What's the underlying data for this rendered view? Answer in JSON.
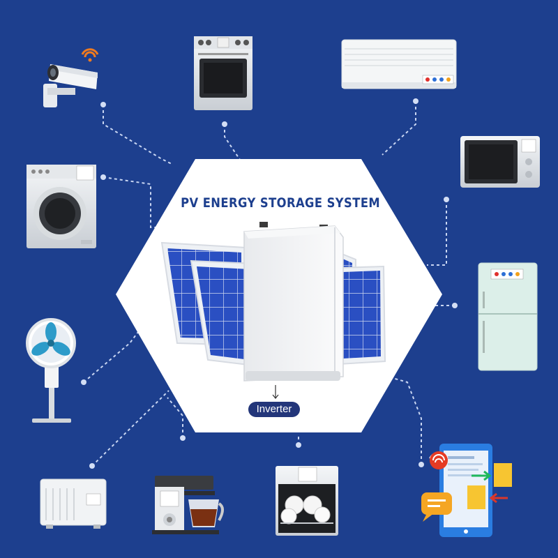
{
  "title": "PV ENERGY STORAGE SYSTEM",
  "inverter_label": "Inverter",
  "colors": {
    "background": "#1d3f8e",
    "hexagon": "#ffffff",
    "panel": "#2a4fc2"
  },
  "devices": [
    "security-camera",
    "oven",
    "air-conditioner",
    "microwave",
    "washing-machine",
    "refrigerator",
    "fan",
    "space-heater",
    "coffee-maker",
    "dishwasher",
    "smartphone-app"
  ]
}
